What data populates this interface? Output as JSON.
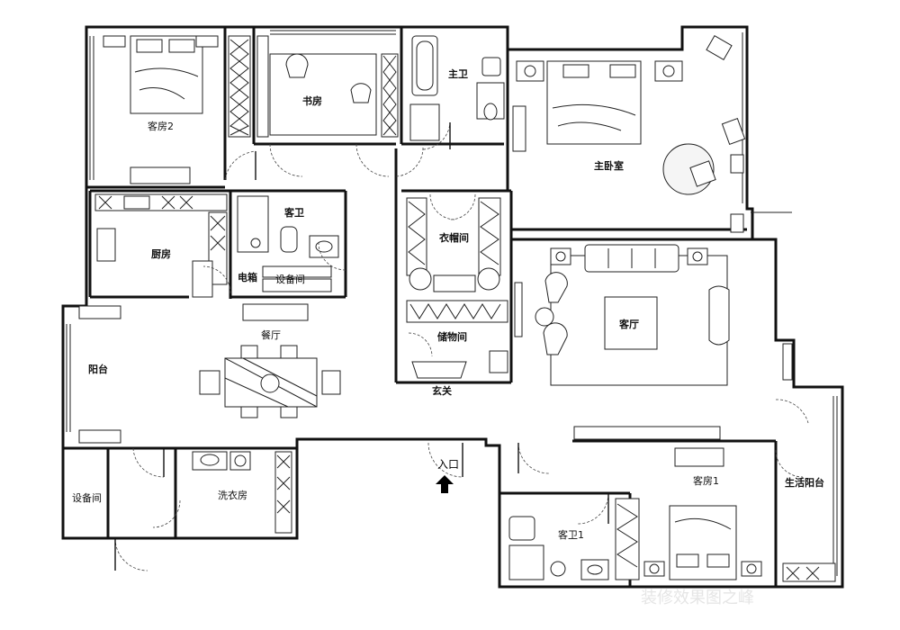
{
  "floorplan": {
    "rooms": {
      "guest2": "客房2",
      "study": "书房",
      "master_bath": "主卫",
      "master_bedroom": "主卧室",
      "guest_bath": "客卫",
      "kitchen": "厨房",
      "elec_box": "电箱",
      "equipment_room_1": "设备间",
      "closet": "衣帽间",
      "storage": "储物间",
      "living": "客厅",
      "dining": "餐厅",
      "balcony": "阳台",
      "foyer": "玄关",
      "entrance": "入口",
      "equipment_room_2": "设备间",
      "laundry": "洗衣房",
      "guest1": "客房1",
      "guest_bath1": "客卫1",
      "service_balcony": "生活阳台"
    },
    "watermark": "装修效果图之峰"
  }
}
